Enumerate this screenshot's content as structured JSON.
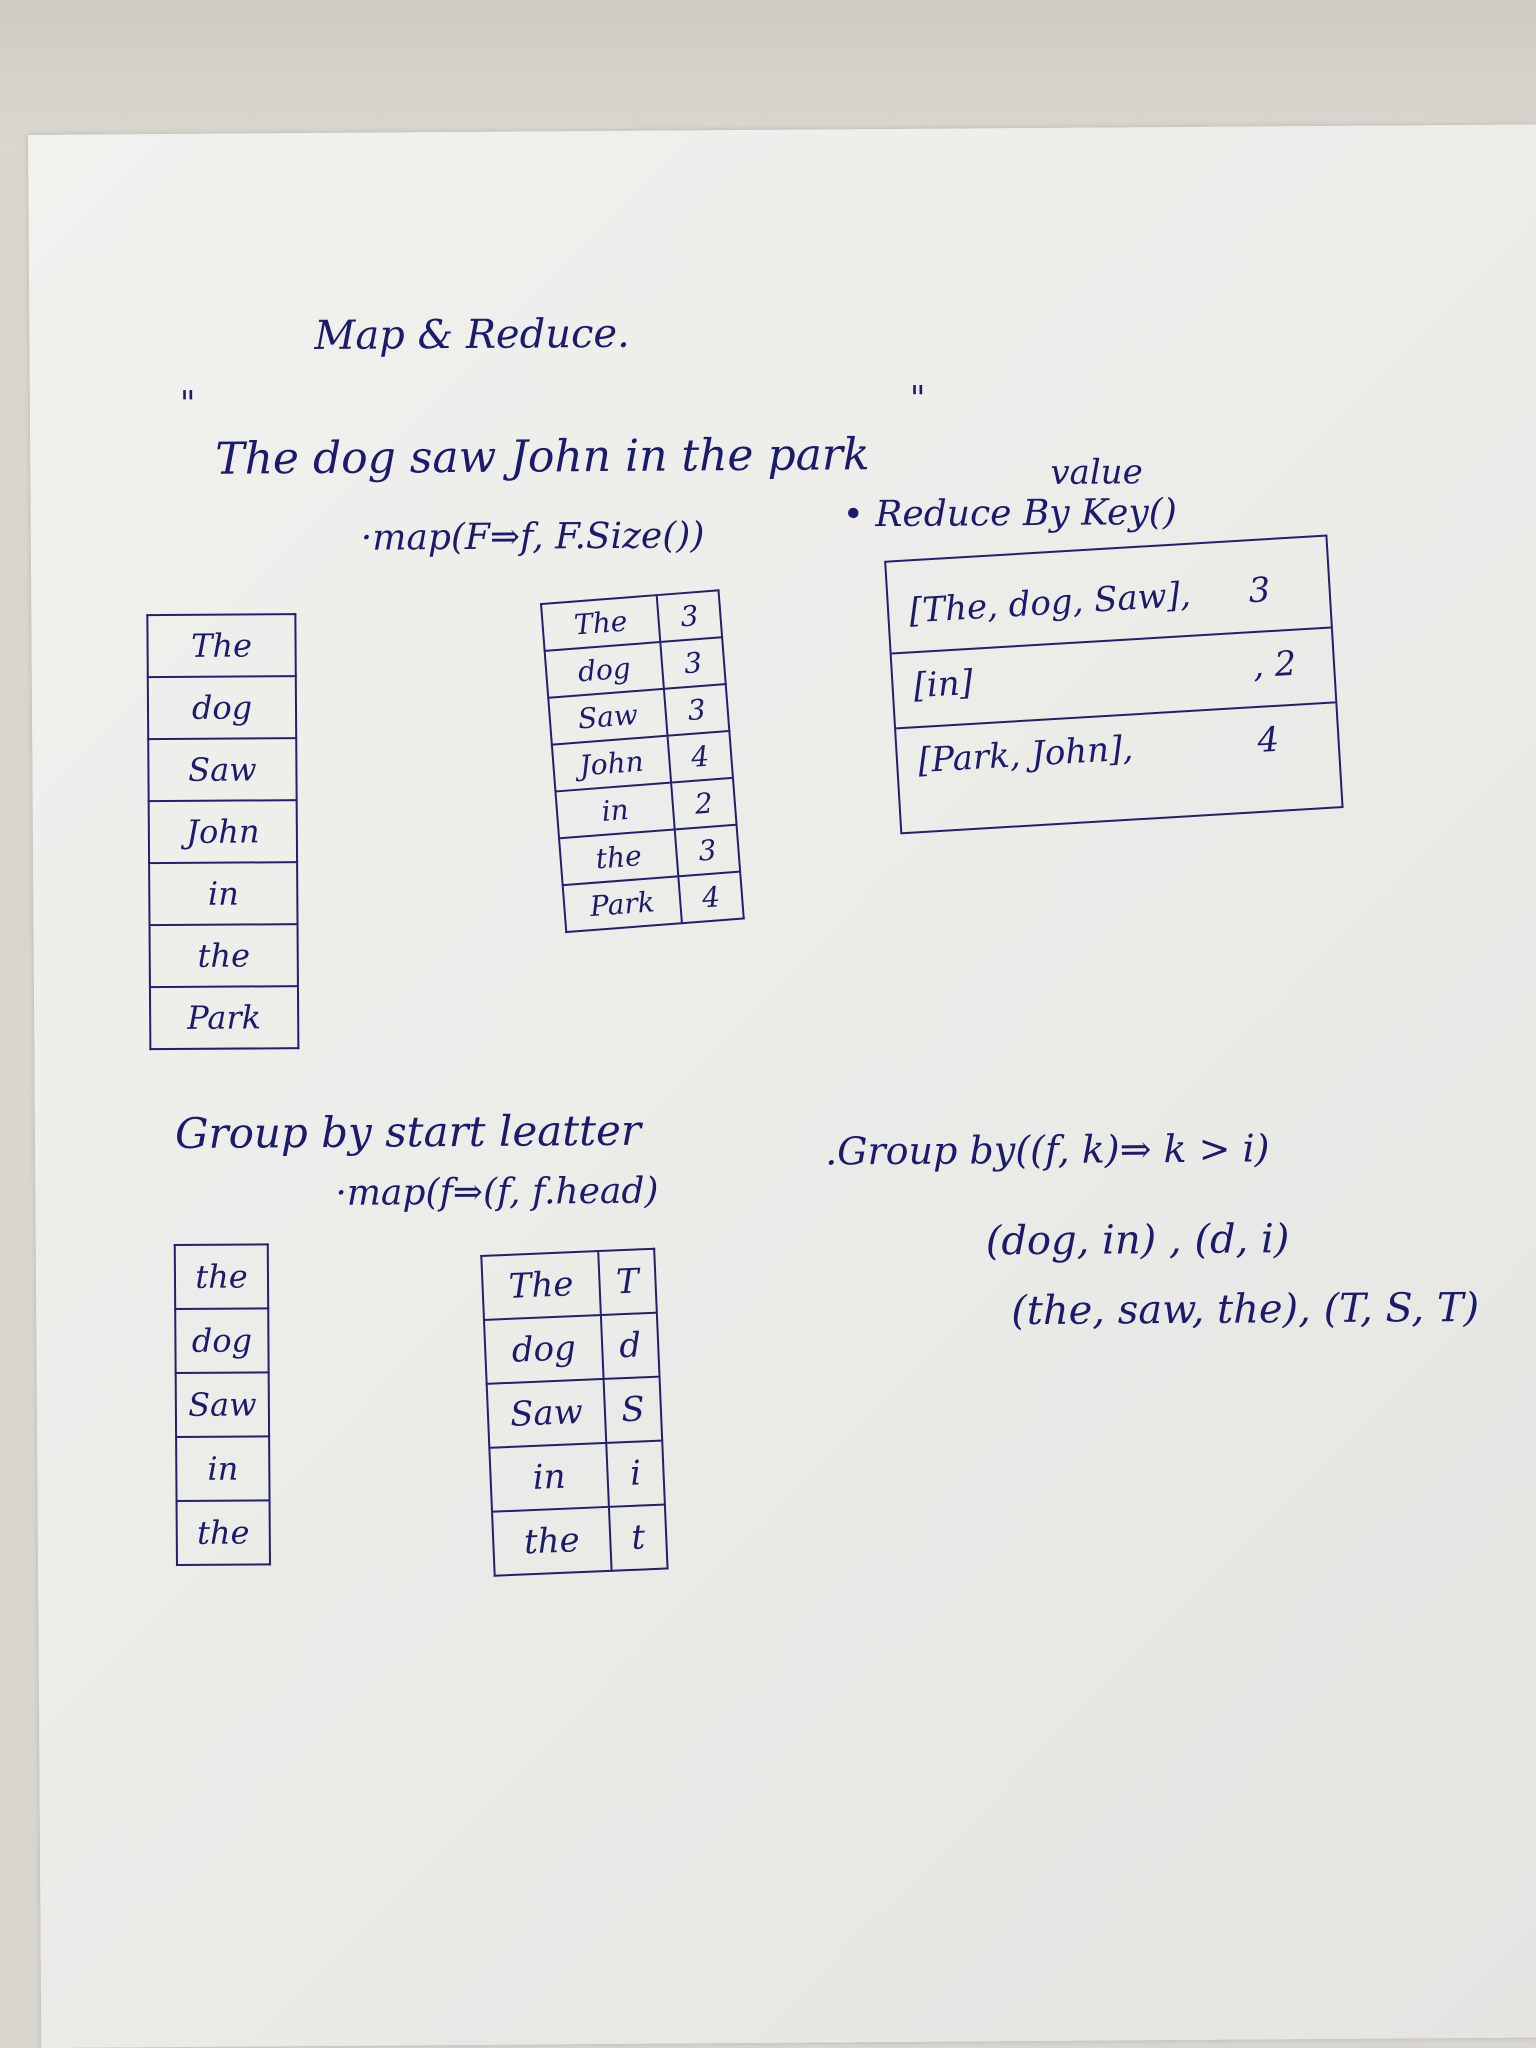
{
  "note": {
    "title": "Map & Reduce.",
    "open_quote": "\"",
    "close_quote": "\"",
    "sentence": "The dog saw John in the park"
  },
  "section1": {
    "words": [
      "The",
      "dog",
      "Saw",
      "John",
      "in",
      "the",
      "Park"
    ],
    "map_op": "·map(F⇒f, F.Size())",
    "size_table": [
      {
        "word": "The",
        "size": "3"
      },
      {
        "word": "dog",
        "size": "3"
      },
      {
        "word": "Saw",
        "size": "3"
      },
      {
        "word": "John",
        "size": "4"
      },
      {
        "word": "in",
        "size": "2"
      },
      {
        "word": "the",
        "size": "3"
      },
      {
        "word": "Park",
        "size": "4"
      }
    ],
    "reduce_op": "• Reduce By Key()",
    "reduce_value_label": "value",
    "reduce_rows": [
      {
        "key": "[The, dog, Saw],",
        "value": "3"
      },
      {
        "key": "[in]",
        "value": ", 2"
      },
      {
        "key": "[Park, John],",
        "value": "4"
      }
    ]
  },
  "section2": {
    "heading": "Group by start leatter",
    "map_op": "·map(f⇒(f, f.head)",
    "words": [
      "the",
      "dog",
      "Saw",
      "in",
      "the"
    ],
    "head_table": [
      {
        "word": "The",
        "head": "T"
      },
      {
        "word": "dog",
        "head": "d"
      },
      {
        "word": "Saw",
        "head": "S"
      },
      {
        "word": "in",
        "head": "i"
      },
      {
        "word": "the",
        "head": "t"
      }
    ],
    "group_op": ".Group by((f, k)⇒ k > i)",
    "group_results": [
      "(dog, in) , (d, i)",
      "(the, saw, the), (T, S, T)"
    ]
  }
}
